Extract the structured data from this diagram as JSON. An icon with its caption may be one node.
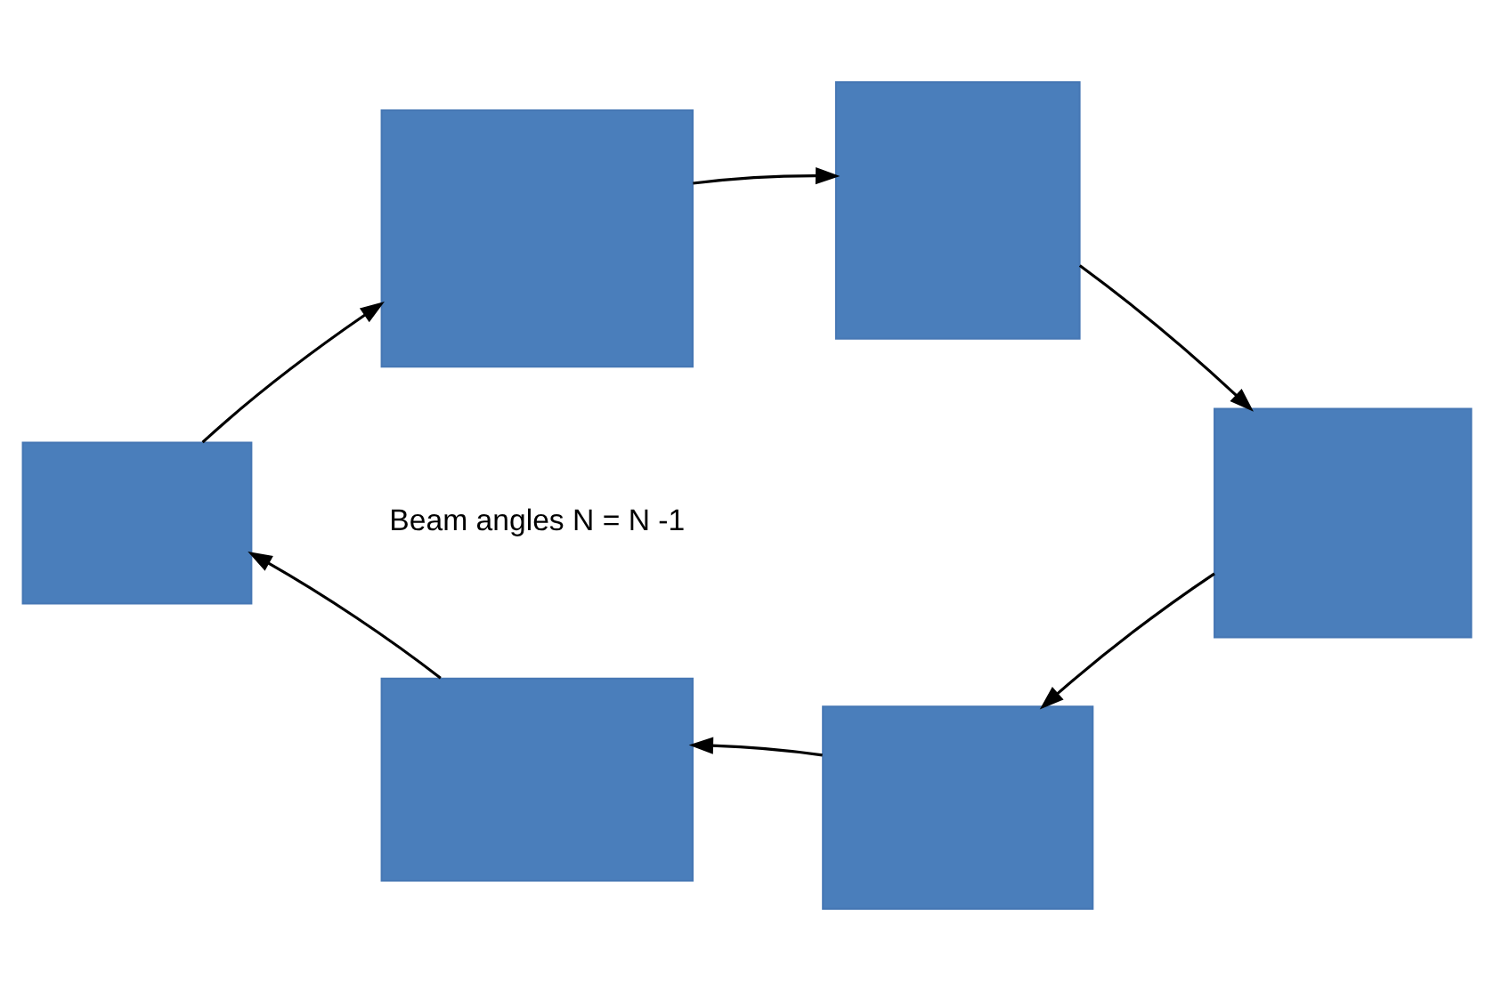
{
  "diagram": {
    "nodes": [
      {
        "text": [],
        "shape": "box"
      },
      {
        "text": [],
        "shape": "box"
      },
      {
        "text": [],
        "shape": "box"
      },
      {
        "text": [],
        "shape": "box"
      },
      {
        "text": [],
        "shape": "box"
      },
      {
        "text": [],
        "shape": "box"
      }
    ],
    "edges": [
      {
        "from": 0,
        "to": 1,
        "arrow": "to"
      },
      {
        "from": 1,
        "to": 3,
        "arrow": "to"
      },
      {
        "from": 3,
        "to": 5,
        "arrow": "to"
      },
      {
        "from": 5,
        "to": 4,
        "arrow": "to"
      },
      {
        "from": 4,
        "to": 2,
        "arrow": "to"
      },
      {
        "from": 2,
        "to": 0,
        "arrow": "to"
      }
    ],
    "labels": [
      "Beam angles N = N -1"
    ]
  }
}
